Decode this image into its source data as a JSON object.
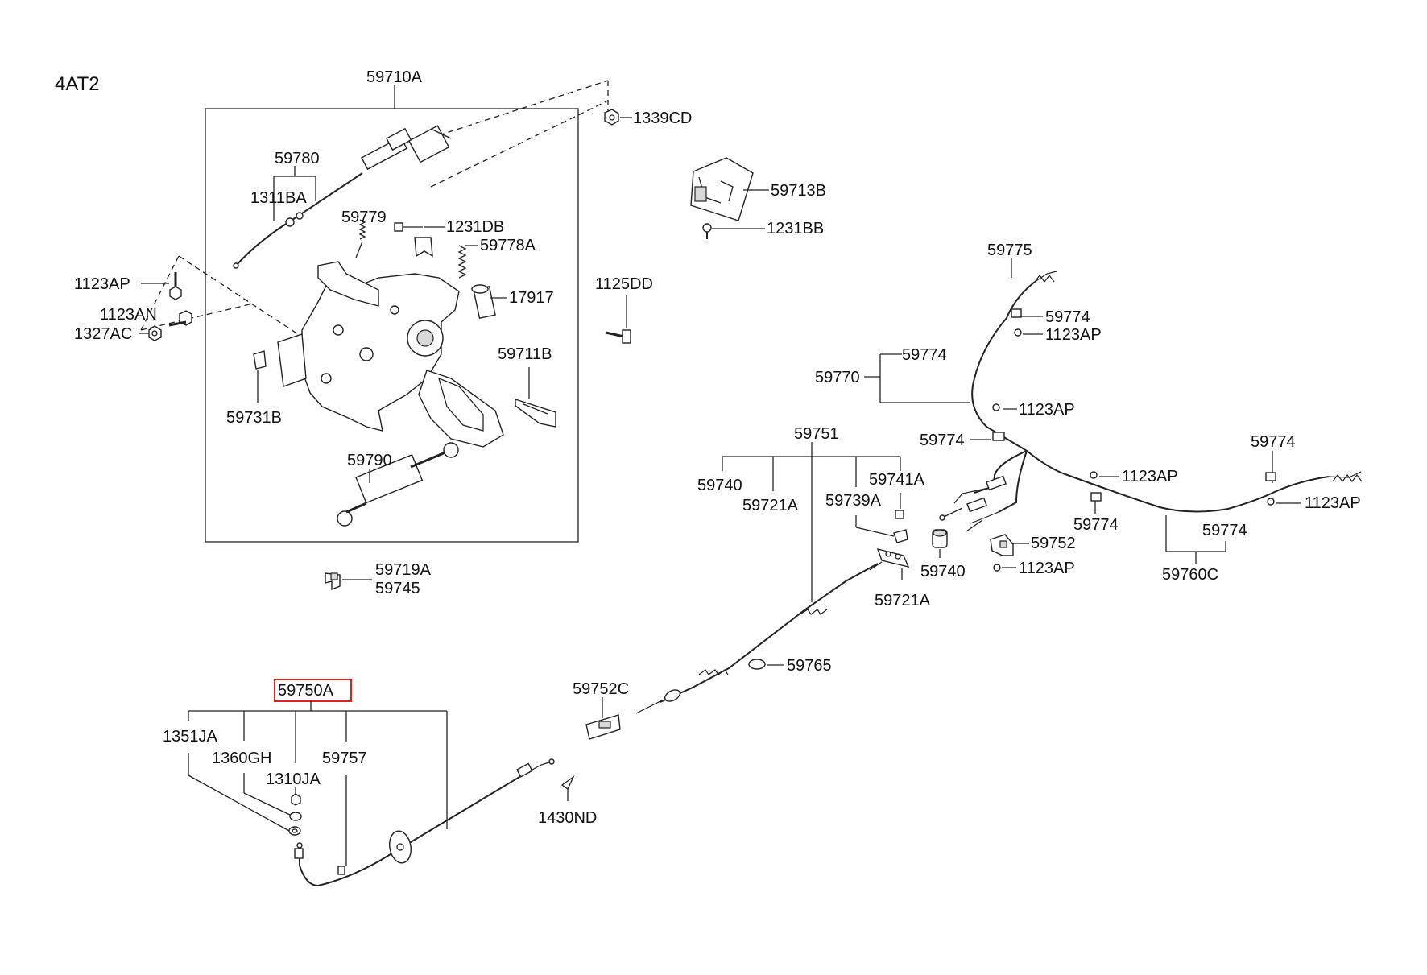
{
  "diagram": {
    "model_code": "4AT2",
    "highlight_color": "#e0201a",
    "labels": {
      "l59710A": "59710A",
      "l1339CD": "1339CD",
      "l59780": "59780",
      "l1311BA": "1311BA",
      "l59779": "59779",
      "l1231DB": "1231DB",
      "l59778A": "59778A",
      "l59713B": "59713B",
      "l1231BB": "1231BB",
      "l1123AP_a": "1123AP",
      "l1123AN": "1123AN",
      "l1327AC": "1327AC",
      "l17917": "17917",
      "l1125DD": "1125DD",
      "l59711B": "59711B",
      "l59731B": "59731B",
      "l59790": "59790",
      "l59719A": "59719A",
      "l59745": "59745",
      "l59775": "59775",
      "l59774_a": "59774",
      "l1123AP_b": "1123AP",
      "l59770": "59770",
      "l59774_b": "59774",
      "l1123AP_c": "1123AP",
      "l59774_c": "59774",
      "l1123AP_d": "1123AP",
      "l59774_d": "59774",
      "l1123AP_e": "1123AP",
      "l59774_e": "59774",
      "l59774_f": "59774",
      "l59760C": "59760C",
      "l59752": "59752",
      "l1123AP_f": "1123AP",
      "l59751": "59751",
      "l59740_a": "59740",
      "l59721A_a": "59721A",
      "l59741A": "59741A",
      "l59739A": "59739A",
      "l59740_b": "59740",
      "l59721A_b": "59721A",
      "l59765": "59765",
      "l59752C": "59752C",
      "l59750A": "59750A",
      "l1351JA": "1351JA",
      "l1360GH": "1360GH",
      "l59757": "59757",
      "l1310JA": "1310JA",
      "l1430ND": "1430ND"
    }
  }
}
